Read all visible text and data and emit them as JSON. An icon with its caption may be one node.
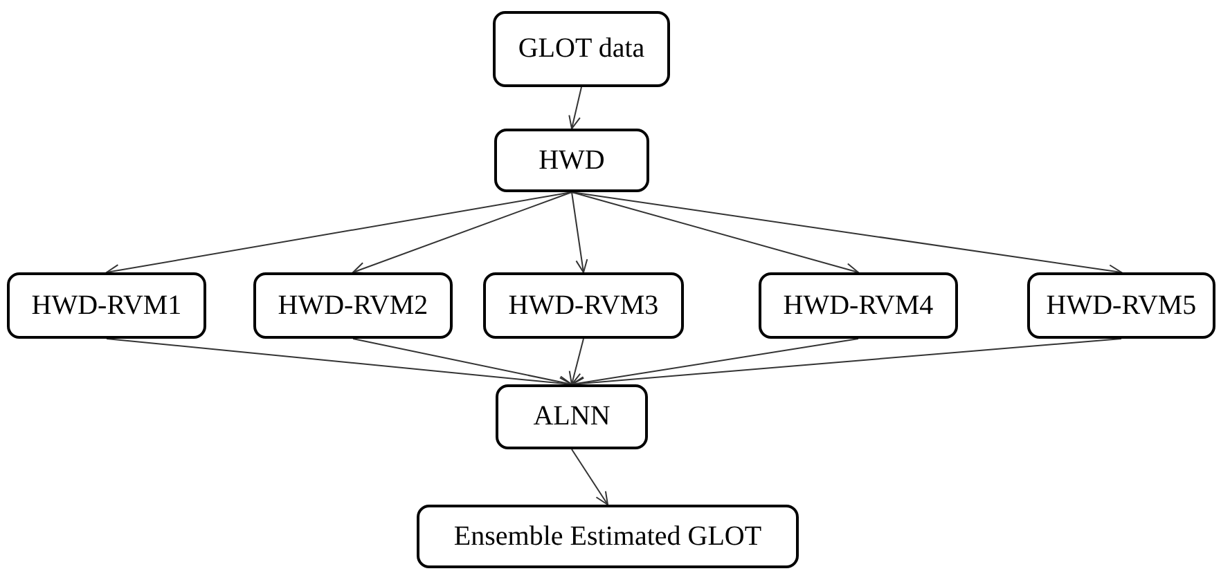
{
  "diagram": {
    "nodes": [
      {
        "text": [
          "GLOT data"
        ]
      },
      {
        "text": [
          "HWD"
        ]
      },
      {
        "text": [
          "HWD-RVM1"
        ]
      },
      {
        "text": [
          "HWD-RVM2"
        ]
      },
      {
        "text": [
          "HWD-RVM3"
        ]
      },
      {
        "text": [
          "HWD-RVM4"
        ]
      },
      {
        "text": [
          "HWD-RVM5"
        ]
      },
      {
        "text": [
          "ALNN"
        ]
      },
      {
        "text": [
          "Ensemble Estimated GLOT"
        ]
      }
    ],
    "edges": [
      {
        "from": 0,
        "to": 1,
        "arrow": "to"
      },
      {
        "from": 1,
        "to": 2,
        "arrow": "to"
      },
      {
        "from": 1,
        "to": 3,
        "arrow": "to"
      },
      {
        "from": 1,
        "to": 4,
        "arrow": "to"
      },
      {
        "from": 1,
        "to": 5,
        "arrow": "to"
      },
      {
        "from": 1,
        "to": 6,
        "arrow": "to"
      },
      {
        "from": 2,
        "to": 7,
        "arrow": "to"
      },
      {
        "from": 3,
        "to": 7,
        "arrow": "to"
      },
      {
        "from": 4,
        "to": 7,
        "arrow": "to"
      },
      {
        "from": 5,
        "to": 7,
        "arrow": "to"
      },
      {
        "from": 6,
        "to": 7,
        "arrow": "to"
      },
      {
        "from": 7,
        "to": 8,
        "arrow": "to"
      }
    ]
  }
}
